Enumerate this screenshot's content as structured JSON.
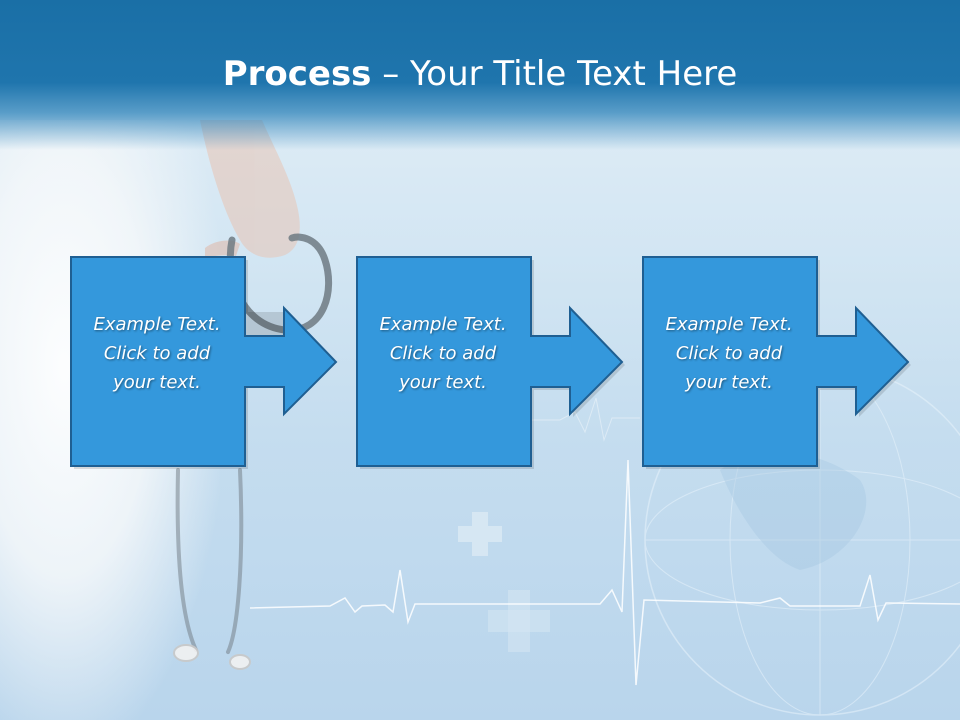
{
  "slide": {
    "title_strong": "Process",
    "title_rest": " – Your Title Text Here"
  },
  "steps": [
    {
      "lines": [
        "Example Text.",
        "Click  to add",
        "your text."
      ]
    },
    {
      "lines": [
        "Example Text.",
        "Click  to add",
        "your text."
      ]
    },
    {
      "lines": [
        "Example Text.",
        "Click  to add",
        "your text."
      ]
    }
  ],
  "colors": {
    "header": "#1a6fa6",
    "step_fill": "#3498dc",
    "step_border": "#1f5f92",
    "ecg_line": "#ffffff"
  },
  "icons": {
    "arrow": "right-arrow-icon",
    "stethoscope": "stethoscope-icon",
    "globe": "globe-icon",
    "medical_cross": "medical-cross-icon",
    "heartbeat": "heartbeat-line-icon"
  }
}
